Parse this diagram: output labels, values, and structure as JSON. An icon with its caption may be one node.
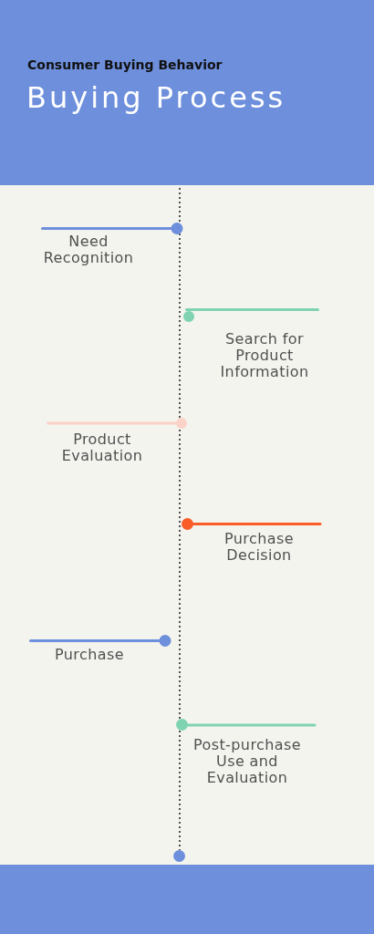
{
  "diagram": {
    "title": "Buying Process",
    "nodes": [
      {
        "text": [
          "Need Recognition"
        ]
      },
      {
        "text": [
          "Search for Product Information"
        ]
      },
      {
        "text": [
          "Product Evaluation"
        ]
      },
      {
        "text": [
          "Purchase Decision"
        ]
      },
      {
        "text": [
          "Purchase"
        ]
      },
      {
        "text": [
          "Post-purchase Use and Evaluation"
        ]
      }
    ],
    "labels": [
      "Consumer Buying Behavior"
    ]
  }
}
